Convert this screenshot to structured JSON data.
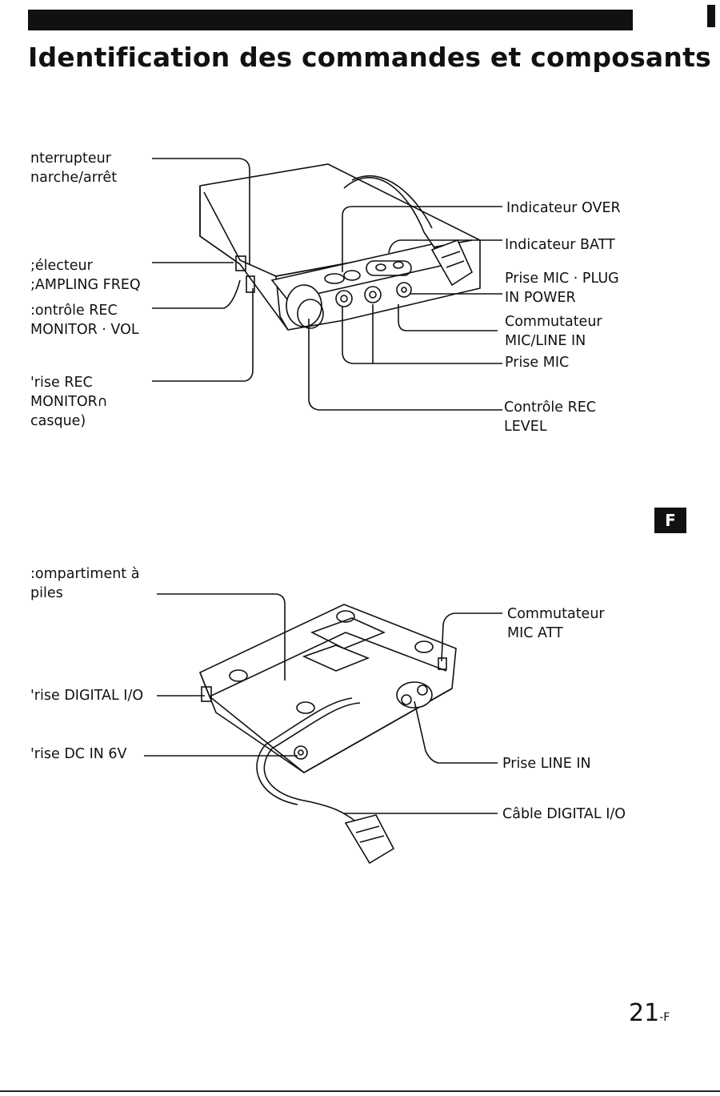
{
  "page": {
    "title": "Identification des commandes et composants",
    "side_tab": "F",
    "page_number": "21",
    "page_suffix": "-F"
  },
  "figure1": {
    "labels_left": [
      "nterrupteur\nnarche/arrêt",
      ";électeur\n;AMPLING FREQ",
      ":ontrôle REC\nMONITOR · VOL",
      "'rise REC\nMONITOR∩\ncasque)"
    ],
    "labels_right": [
      "Indicateur OVER",
      "Indicateur BATT",
      "Prise MIC · PLUG\nIN POWER",
      "Commutateur\nMIC/LINE IN",
      "Prise MIC",
      "Contrôle REC\nLEVEL"
    ]
  },
  "figure2": {
    "labels_left": [
      ":ompartiment à\npiles",
      "'rise DIGITAL I/O",
      "'rise DC IN 6V"
    ],
    "labels_right": [
      "Commutateur\nMIC ATT",
      "Prise LINE IN",
      "Câble DIGITAL I/O"
    ]
  }
}
